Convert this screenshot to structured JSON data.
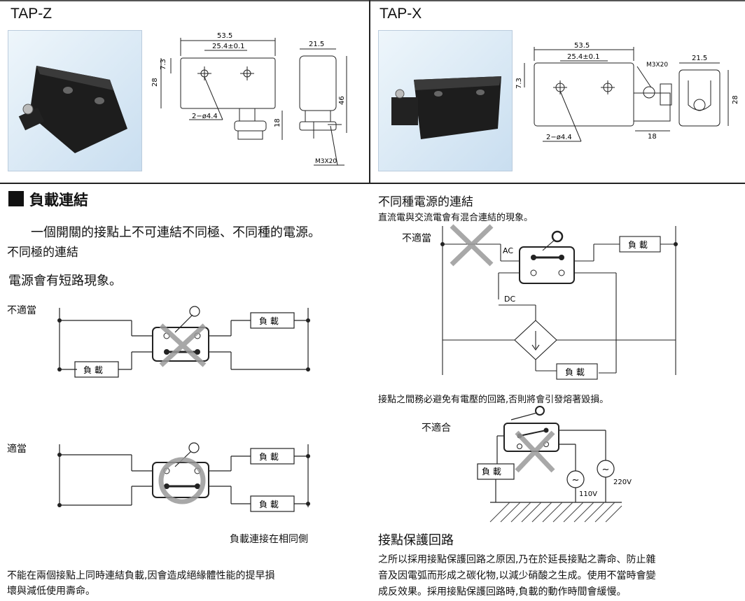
{
  "top_left": {
    "title": "TAP-Z",
    "dims": {
      "width": "53.5",
      "pitch": "25.4±0.1",
      "offset": "7.3",
      "height": "28",
      "hole": "2−ø4.4",
      "side_width": "21.5",
      "side_height": "46",
      "lever": "18",
      "screw": "M3X20"
    }
  },
  "top_right": {
    "title": "TAP-X",
    "dims": {
      "width": "53.5",
      "pitch": "25.4±0.1",
      "offset": "7.3",
      "screw": "M3X20",
      "side_width": "21.5",
      "height": "28",
      "hole": "2−ø4.4",
      "lever": "18"
    }
  },
  "left_section": {
    "heading": "負載連結",
    "intro": "一個開關的接點上不可連結不同極、不同種的電源。",
    "subhead": "不同極的連結",
    "note": "電源會有短路現象。",
    "label_bad": "不適當",
    "label_good": "適當",
    "load": "負 載",
    "caption": "負載連接在相同側",
    "footer": [
      "不能在兩個接點上同時連結負載,因會造成絕緣體性能的提早損",
      "壞與減低使用壽命。"
    ]
  },
  "right_section": {
    "subhead": "不同種電源的連結",
    "desc": "直流電與交流電會有混合連結的現象。",
    "label_bad": "不適當",
    "ac": "AC",
    "dc": "DC",
    "load": "負 載",
    "warning": "接點之間務必避免有電壓的回路,否則將會引發熔著毀損。",
    "label_bad2": "不適合",
    "v110": "110V",
    "v220": "220V",
    "protect_heading": "接點保護回路",
    "protect_text": [
      "之所以採用接點保護回路之原因,乃在於延長接點之壽命、防止雜",
      "音及因電弧而形成之碳化物,以減少硝酸之生成。使用不當時會變",
      "成反效果。採用接點保護回路時,負載的動作時間會緩慢。"
    ]
  }
}
